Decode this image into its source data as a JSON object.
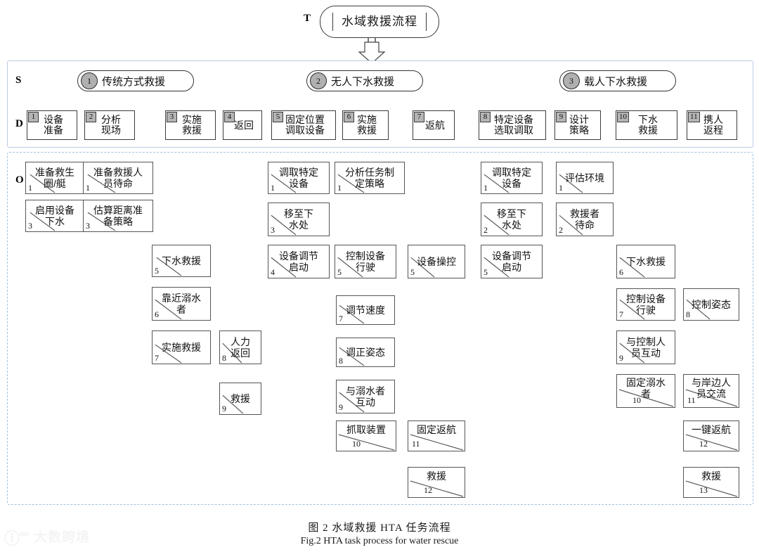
{
  "figure": {
    "caption_cn": "图 2   水域救援 HTA 任务流程",
    "caption_en": "Fig.2 HTA task process for water rescue",
    "watermark": "大数跨境"
  },
  "row_labels": {
    "task": "T",
    "strategy": "S",
    "decomposition": "D",
    "operation": "O"
  },
  "task": {
    "label": "水域救援流程"
  },
  "strategies": [
    {
      "num": "1",
      "label": "传统方式救援"
    },
    {
      "num": "2",
      "label": "无人下水救援"
    },
    {
      "num": "3",
      "label": "载人下水救援"
    }
  ],
  "decompositions": [
    {
      "num": "1",
      "label": "设备\n准备"
    },
    {
      "num": "2",
      "label": "分析\n现场"
    },
    {
      "num": "3",
      "label": "实施\n救援"
    },
    {
      "num": "4",
      "label": "返回"
    },
    {
      "num": "5",
      "label": "固定位置\n调取设备"
    },
    {
      "num": "6",
      "label": "实施\n救援"
    },
    {
      "num": "7",
      "label": "返航"
    },
    {
      "num": "8",
      "label": "特定设备\n选取调取"
    },
    {
      "num": "9",
      "label": "设计\n策略"
    },
    {
      "num": "10",
      "label": "下水\n救援"
    },
    {
      "num": "11",
      "label": "携人\n返程"
    }
  ],
  "operations": {
    "traditional": [
      {
        "num": "1",
        "label": "准备救生\n圈/艇"
      },
      {
        "num": "1",
        "label": "准备救援人\n员待命"
      },
      {
        "num": "3",
        "label": "启用设备\n下水"
      },
      {
        "num": "3",
        "label": "估算距离准\n备策略"
      },
      {
        "num": "5",
        "label": "下水救援"
      },
      {
        "num": "6",
        "label": "靠近溺水\n者"
      },
      {
        "num": "7",
        "label": "实施救援"
      },
      {
        "num": "8",
        "label": "人力\n返回"
      },
      {
        "num": "9",
        "label": "救援"
      }
    ],
    "unmanned": [
      {
        "num": "1",
        "label": "调取特定\n设备"
      },
      {
        "num": "1",
        "label": "分析任务制\n定策略"
      },
      {
        "num": "3",
        "label": "移至下\n水处"
      },
      {
        "num": "4",
        "label": "设备调节\n启动"
      },
      {
        "num": "5",
        "label": "控制设备\n行驶"
      },
      {
        "num": "5",
        "label": "设备操控"
      },
      {
        "num": "7",
        "label": "调节速度"
      },
      {
        "num": "8",
        "label": "调正姿态"
      },
      {
        "num": "9",
        "label": "与溺水者\n互动"
      },
      {
        "num": "10",
        "label": "抓取装置"
      },
      {
        "num": "11",
        "label": "固定返航"
      },
      {
        "num": "12",
        "label": "救援"
      }
    ],
    "manned": [
      {
        "num": "1",
        "label": "调取特定\n设备"
      },
      {
        "num": "1",
        "label": "评估环境"
      },
      {
        "num": "2",
        "label": "移至下\n水处"
      },
      {
        "num": "2",
        "label": "救援者\n待命"
      },
      {
        "num": "5",
        "label": "设备调节\n启动"
      },
      {
        "num": "6",
        "label": "下水救援"
      },
      {
        "num": "7",
        "label": "控制设备\n行驶"
      },
      {
        "num": "8",
        "label": "控制姿态"
      },
      {
        "num": "9",
        "label": "与控制人\n员互动"
      },
      {
        "num": "10",
        "label": "固定溺水\n者"
      },
      {
        "num": "11",
        "label": "与岸边人\n员交流"
      },
      {
        "num": "12",
        "label": "一键返航"
      },
      {
        "num": "13",
        "label": "救援"
      }
    ]
  },
  "colors": {
    "panel_border": "#b9cde4",
    "node_border": "#3b3b3b",
    "badge_fill": "#b5b5b5",
    "line": "#555555"
  }
}
